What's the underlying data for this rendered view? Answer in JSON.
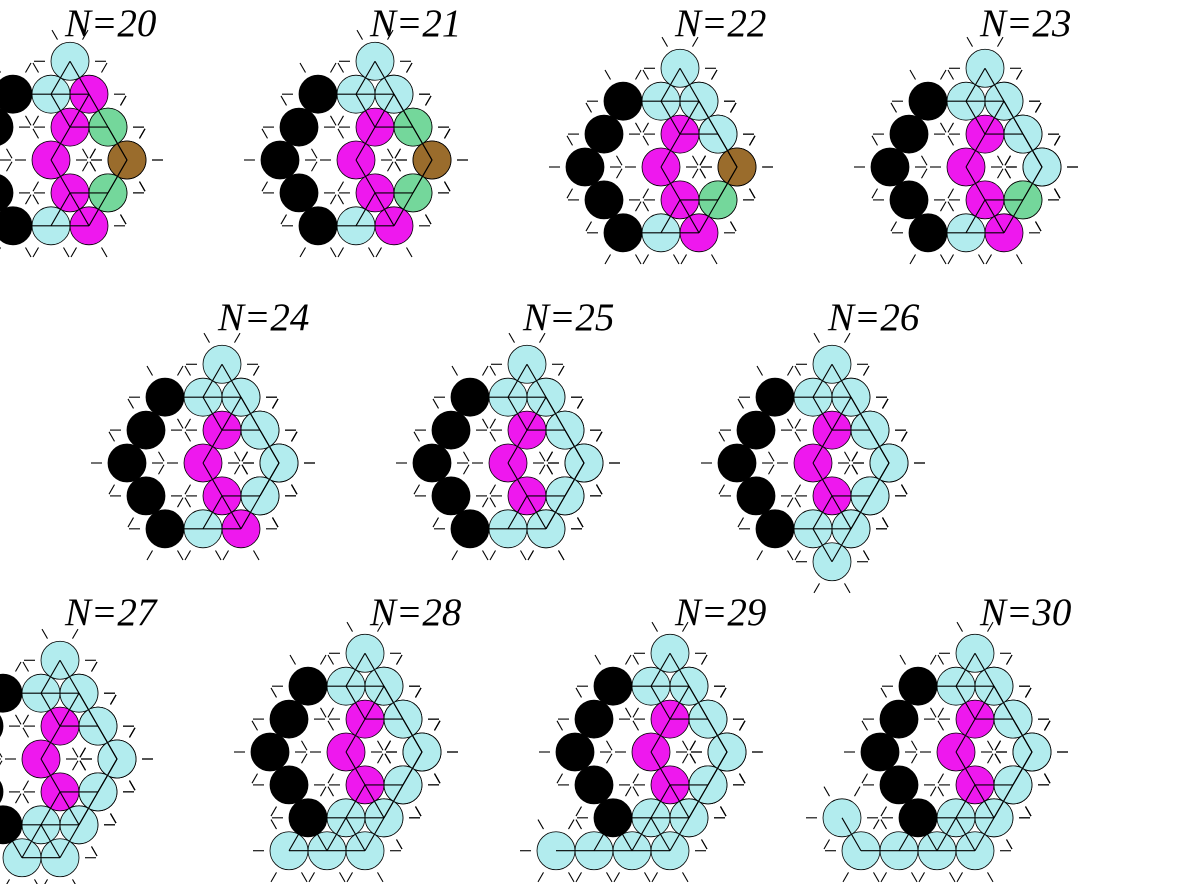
{
  "figure": {
    "colors": {
      "center": "#9a6c2c",
      "inner_shell": "#74d79b",
      "middle_shell": "#ee18ee",
      "outer_shell": "#b2ecee",
      "bond_line": "#000000"
    },
    "panels": [
      {
        "label": "N=20",
        "n": 20,
        "outer_count": 1
      },
      {
        "label": "N=21",
        "n": 21,
        "outer_count": 2
      },
      {
        "label": "N=22",
        "n": 22,
        "outer_count": 3
      },
      {
        "label": "N=23",
        "n": 23,
        "outer_count": 4
      },
      {
        "label": "N=24",
        "n": 24,
        "outer_count": 5
      },
      {
        "label": "N=25",
        "n": 25,
        "outer_count": 6
      },
      {
        "label": "N=26",
        "n": 26,
        "outer_count": 7
      },
      {
        "label": "N=27",
        "n": 27,
        "outer_count": 8
      },
      {
        "label": "N=28",
        "n": 28,
        "outer_count": 9
      },
      {
        "label": "N=29",
        "n": 29,
        "outer_count": 10
      },
      {
        "label": "N=30",
        "n": 30,
        "outer_count": 11
      }
    ]
  }
}
